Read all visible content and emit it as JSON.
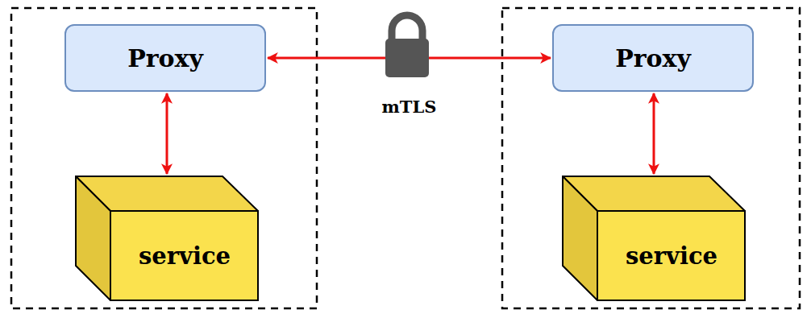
{
  "diagram": {
    "nodes": [
      {
        "text": [
          "Proxy"
        ]
      },
      {
        "text": [
          "service"
        ]
      },
      {
        "text": [
          "Proxy"
        ]
      },
      {
        "text": [
          "service"
        ]
      }
    ],
    "edges": [
      {
        "from": 0,
        "to": 1,
        "arrow": "both"
      },
      {
        "from": 0,
        "to": 2,
        "arrow": "both",
        "label": "mTLS"
      },
      {
        "from": 2,
        "to": 3,
        "arrow": "both"
      }
    ]
  }
}
